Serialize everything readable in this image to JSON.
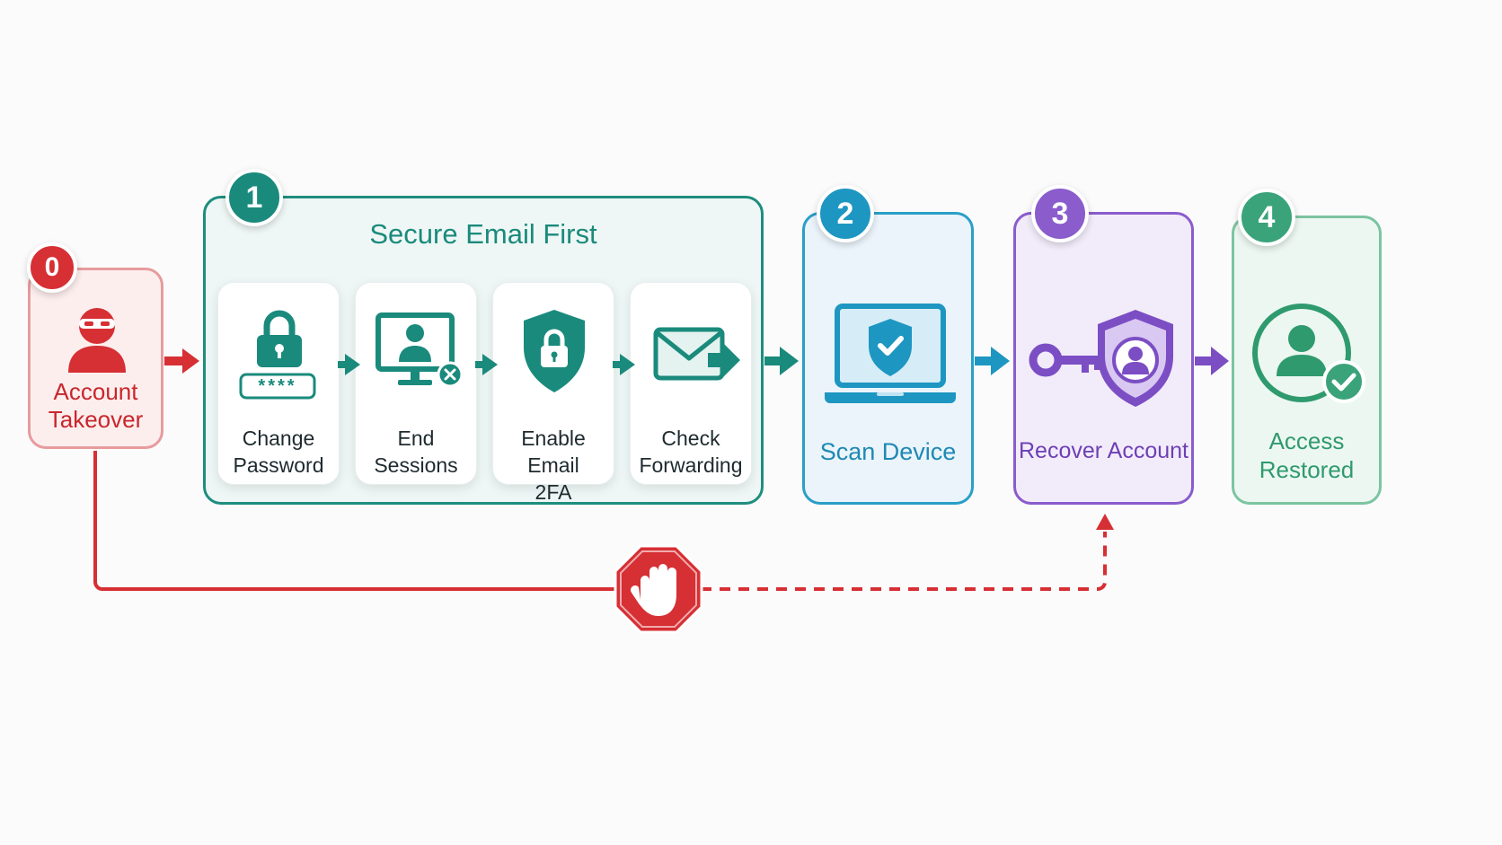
{
  "stages": [
    {
      "number": "0",
      "label_lines": [
        "Account",
        "Takeover"
      ]
    },
    {
      "number": "1",
      "title": "Secure Email First"
    },
    {
      "number": "2",
      "label": "Scan Device"
    },
    {
      "number": "3",
      "label": "Recover Account"
    },
    {
      "number": "4",
      "label_lines": [
        "Access",
        "Restored"
      ]
    }
  ],
  "email_steps": [
    {
      "label_lines": [
        "Change",
        "Password"
      ],
      "icon": "padlock-password-icon",
      "mask": "****"
    },
    {
      "label_lines": [
        "End",
        "Sessions"
      ],
      "icon": "monitor-user-x-icon"
    },
    {
      "label_lines": [
        "Enable Email",
        "2FA"
      ],
      "icon": "shield-lock-icon"
    },
    {
      "label_lines": [
        "Check",
        "Forwarding"
      ],
      "icon": "envelope-forward-icon"
    }
  ],
  "colors": {
    "red": "#d62f34",
    "teal": "#1a8a7c",
    "blue": "#1e96c2",
    "purple": "#7c4ec4",
    "green": "#3aa37a"
  },
  "icons": {
    "takeover": "hacker-icon",
    "scan": "laptop-shield-icon",
    "recover": "key-shield-user-icon",
    "restored": "user-check-icon",
    "blocked": "stop-hand-icon"
  }
}
